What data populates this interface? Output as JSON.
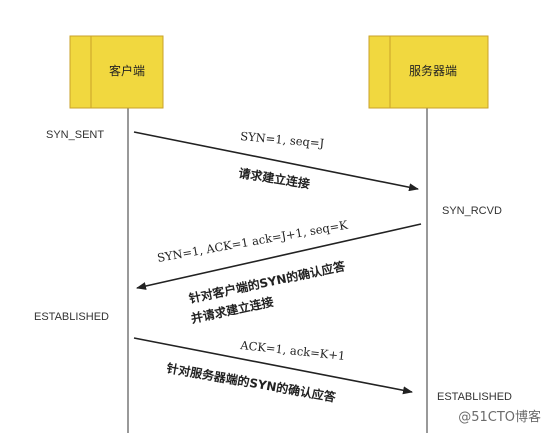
{
  "colors": {
    "box_fill": "#f1d83f",
    "box_stroke": "#c9a22a",
    "lifeline": "#333333",
    "arrow": "#222222"
  },
  "client": {
    "label": "客户端"
  },
  "server": {
    "label": "服务器端"
  },
  "states": {
    "client_syn_sent": "SYN_SENT",
    "server_syn_rcvd": "SYN_RCVD",
    "client_established": "ESTABLISHED",
    "server_established": "ESTABLISHED"
  },
  "messages": [
    {
      "header": "SYN=1, seq=J",
      "desc_lines": [
        "请求建立连接"
      ],
      "direction": "client-to-server"
    },
    {
      "header": "SYN=1, ACK=1  ack=J+1, seq=K",
      "desc_lines": [
        "针对客户端的SYN的确认应答",
        "并请求建立连接"
      ],
      "direction": "server-to-client"
    },
    {
      "header": "ACK=1, ack=K+1",
      "desc_lines": [
        "针对服务器端的SYN的确认应答"
      ],
      "direction": "client-to-server"
    }
  ],
  "watermark": "@51CTO博客"
}
